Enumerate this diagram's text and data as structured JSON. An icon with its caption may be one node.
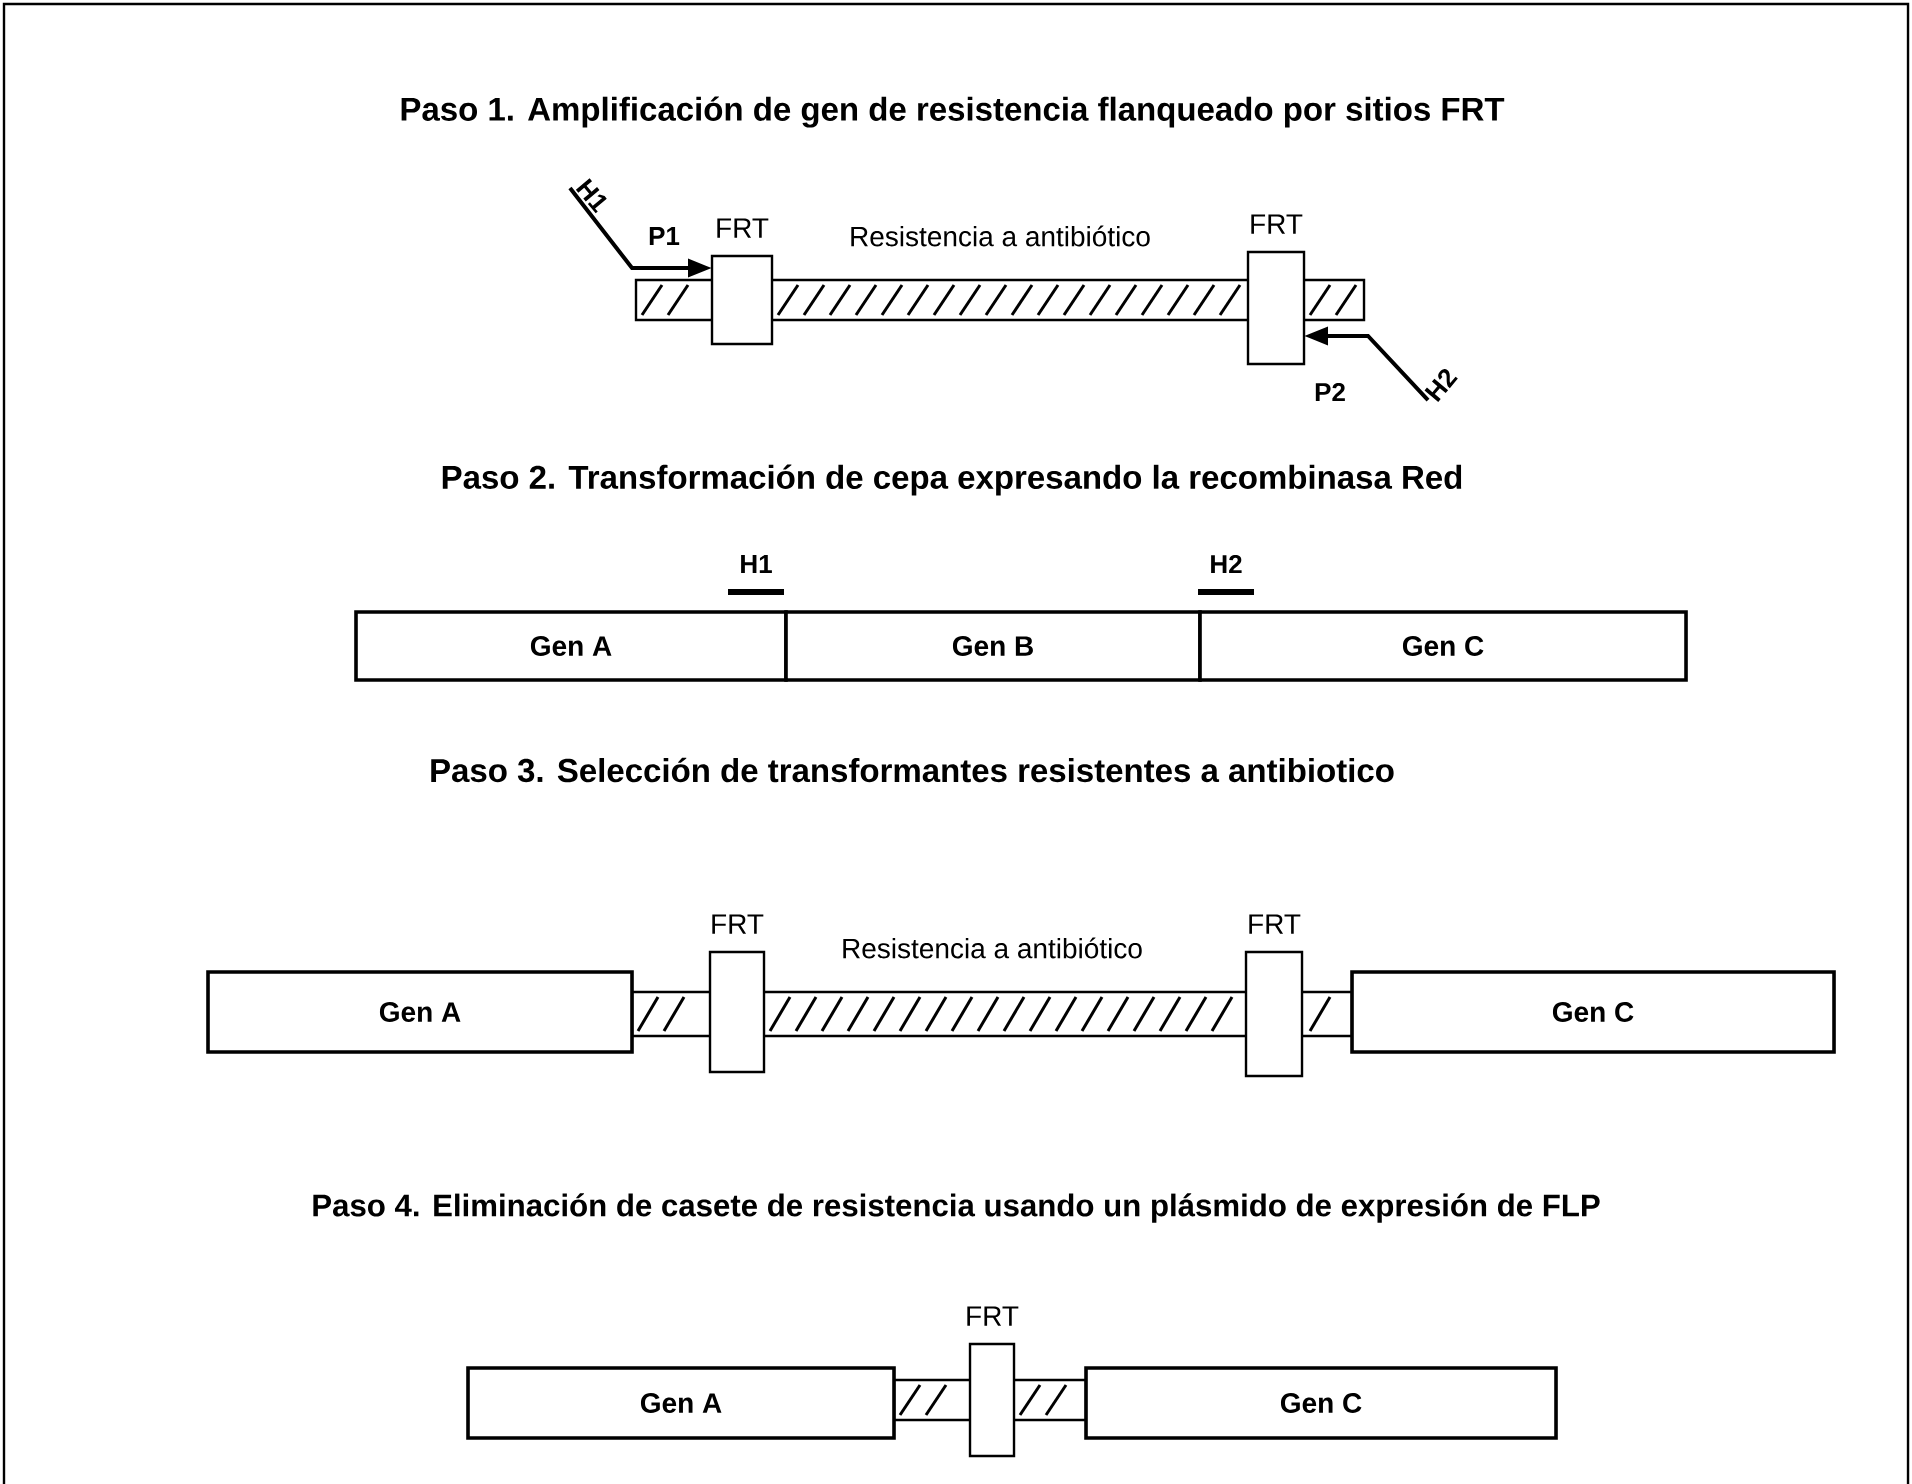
{
  "diagram": {
    "nodes": [
      {
        "text": [
          "Resistencia a antibiótico"
        ]
      },
      {
        "text": [
          "FRT"
        ]
      },
      {
        "text": [
          "FRT"
        ]
      },
      {
        "text": [
          "Gen A"
        ]
      },
      {
        "text": [
          "Gen B"
        ]
      },
      {
        "text": [
          "Gen C"
        ]
      },
      {
        "text": [
          "Gen A"
        ]
      },
      {
        "text": [
          "Resistencia a antibiótico"
        ]
      },
      {
        "text": [
          "FRT"
        ]
      },
      {
        "text": [
          "FRT"
        ]
      },
      {
        "text": [
          "Gen C"
        ]
      },
      {
        "text": [
          "Gen A"
        ]
      },
      {
        "text": [],
        "shape": "bar"
      },
      {
        "text": [
          "FRT"
        ]
      },
      {
        "text": [
          "Gen C"
        ]
      },
      {
        "text": [
          "H1"
        ]
      },
      {
        "text": [
          "H2"
        ]
      }
    ],
    "edges": [
      {
        "from": 15,
        "to": 1,
        "arrow": "to"
      },
      {
        "from": 16,
        "to": 2,
        "arrow": "to"
      }
    ],
    "labels": [
      "Paso 1. Amplificación de gen de resistencia flanqueado por sitios FRT",
      "P1",
      "P2",
      "Paso 2.  Transformación de cepa expresando la recombinasa Red",
      "H1",
      "H2",
      "Paso 3.  Selección de transformantes resistentes a antibiotico",
      "Paso 4. Eliminación de casete de resistencia usando un plásmido de expresión de FLP"
    ]
  }
}
